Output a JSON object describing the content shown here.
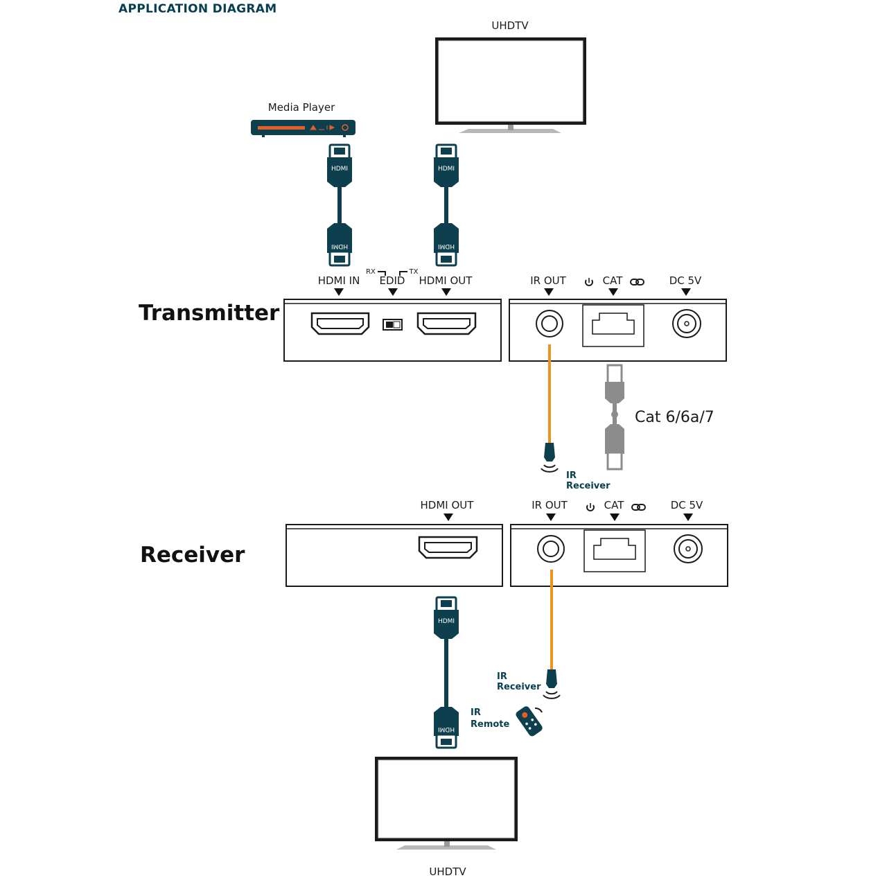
{
  "header": {
    "title": "APPLICATION DIAGRAM"
  },
  "devices": {
    "top_tv": {
      "label": "UHDTV"
    },
    "bottom_tv": {
      "label": "UHDTV"
    },
    "media_player": {
      "label": "Media Player"
    }
  },
  "transmitter": {
    "title": "Transmitter",
    "ports": {
      "hdmi_in": "HDMI IN",
      "edid": "EDID",
      "edid_rx": "RX",
      "edid_tx": "TX",
      "hdmi_out": "HDMI OUT",
      "ir_out": "IR OUT",
      "cat": "CAT",
      "dc": "DC 5V"
    }
  },
  "receiver": {
    "title": "Receiver",
    "ports": {
      "hdmi_out": "HDMI OUT",
      "ir_out": "IR OUT",
      "cat": "CAT",
      "dc": "DC 5V"
    }
  },
  "cables": {
    "cat_label": "Cat 6/6a/7",
    "hdmi_plug_text": "HDMI"
  },
  "ir": {
    "tx_receiver_line1": "IR",
    "tx_receiver_line2": "Receiver",
    "rx_receiver_line1": "IR",
    "rx_receiver_line2": "Receiver",
    "remote_line1": "IR",
    "remote_line2": "Remote"
  },
  "colors": {
    "accent": "#073f4f",
    "ir_cable": "#f0921e",
    "cat_cable": "#8c8c8c",
    "media_player_strip": "#e4602a"
  }
}
